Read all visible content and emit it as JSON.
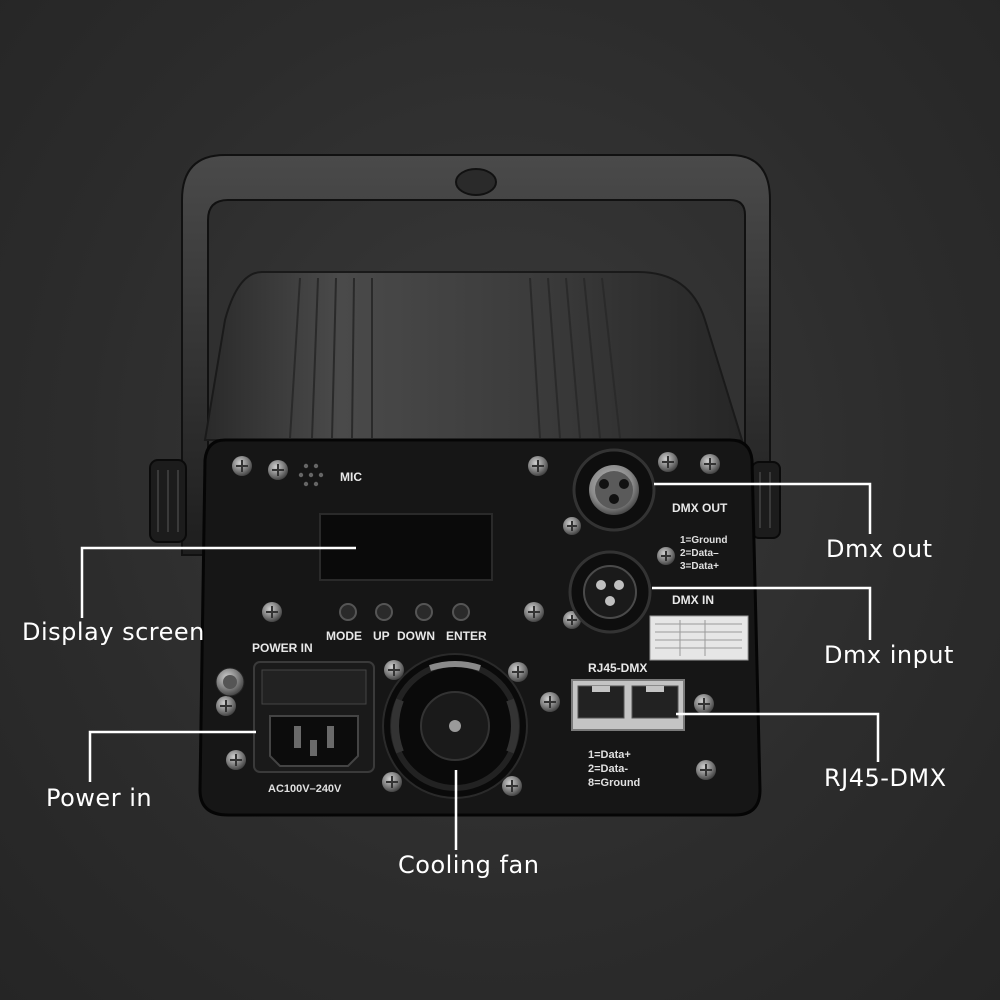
{
  "callouts": {
    "display_screen": "Display screen",
    "dmx_out": "Dmx out",
    "dmx_input": "Dmx input",
    "rj45_dmx": "RJ45-DMX",
    "power_in": "Power in",
    "cooling_fan": "Cooling fan"
  },
  "panel": {
    "mic": "MIC",
    "dmx_out": "DMX OUT",
    "dmx_in": "DMX IN",
    "xlr_pin1": "1=Ground",
    "xlr_pin2": "2=Data–",
    "xlr_pin3": "3=Data+",
    "buttons": [
      "MODE",
      "UP",
      "DOWN",
      "ENTER"
    ],
    "power_in": "POWER IN",
    "voltage": "AC100V–240V",
    "rj45_label": "RJ45-DMX",
    "rj45_pin1": "1=Data+",
    "rj45_pin2": "2=Data-",
    "rj45_pin8": "8=Ground"
  },
  "colors": {
    "background": "#2f2f2f",
    "housing": "#3b3b3b",
    "panel": "#151515",
    "callout_line": "#ffffff"
  }
}
